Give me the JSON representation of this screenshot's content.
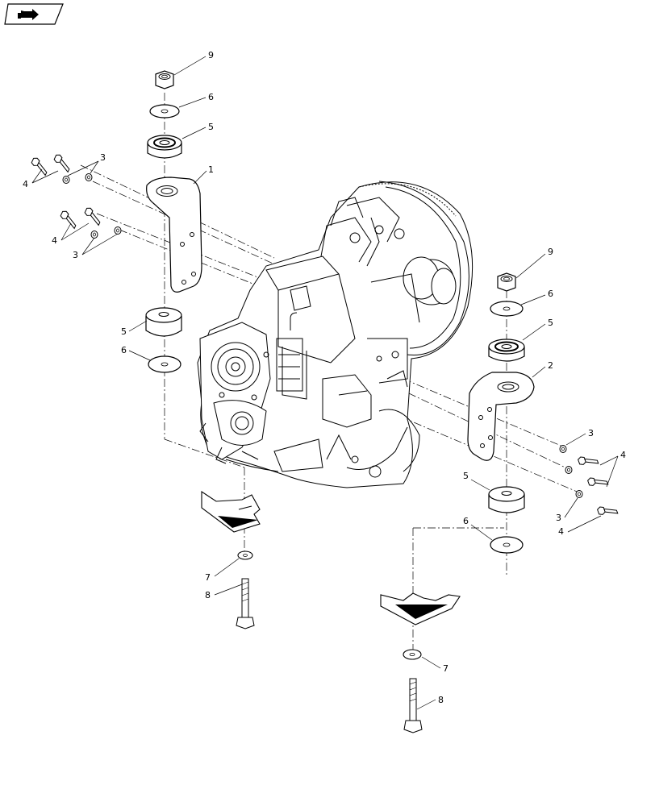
{
  "toolbar": {
    "icon": "next-page-arrow-icon"
  },
  "callouts": [
    {
      "id": "c9-top",
      "label": "9"
    },
    {
      "id": "c6-top",
      "label": "6"
    },
    {
      "id": "c5-top",
      "label": "5"
    },
    {
      "id": "c1",
      "label": "1"
    },
    {
      "id": "c3-a",
      "label": "3"
    },
    {
      "id": "c4-a",
      "label": "4"
    },
    {
      "id": "c4-b",
      "label": "4"
    },
    {
      "id": "c3-b",
      "label": "3"
    },
    {
      "id": "c5-left",
      "label": "5"
    },
    {
      "id": "c6-left",
      "label": "6"
    },
    {
      "id": "c7-left",
      "label": "7"
    },
    {
      "id": "c8-left",
      "label": "8"
    },
    {
      "id": "c9-right",
      "label": "9"
    },
    {
      "id": "c6-right",
      "label": "6"
    },
    {
      "id": "c5-right",
      "label": "5"
    },
    {
      "id": "c2",
      "label": "2"
    },
    {
      "id": "c3-c",
      "label": "3"
    },
    {
      "id": "c4-c",
      "label": "4"
    },
    {
      "id": "c3-d",
      "label": "3"
    },
    {
      "id": "c4-d",
      "label": "4"
    },
    {
      "id": "c5-lower",
      "label": "5"
    },
    {
      "id": "c6-lower",
      "label": "6"
    },
    {
      "id": "c7-right",
      "label": "7"
    },
    {
      "id": "c8-right",
      "label": "8"
    }
  ]
}
